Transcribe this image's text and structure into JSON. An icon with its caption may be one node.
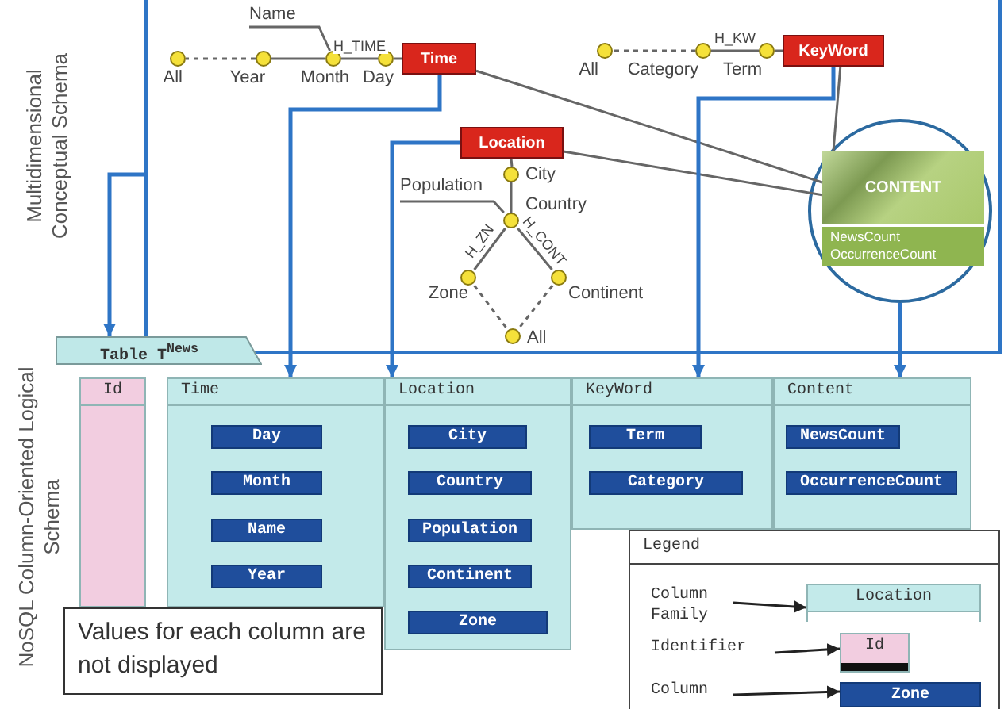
{
  "diagram": {
    "nodes": [
      {
        "text": [],
        "shape": "box"
      },
      {
        "text": [
          "Name"
        ],
        "in": 0
      },
      {
        "text": [
          "All"
        ],
        "in": 0
      },
      {
        "text": [
          "Year"
        ],
        "in": 0
      },
      {
        "text": [
          "Month"
        ],
        "in": 0
      },
      {
        "text": [
          "Day"
        ],
        "in": 0
      },
      {
        "text": [
          "Time"
        ],
        "in": 0
      },
      {
        "text": [
          "All"
        ],
        "in": 0
      },
      {
        "text": [
          "Category"
        ],
        "in": 0
      },
      {
        "text": [
          "Term"
        ],
        "in": 0
      },
      {
        "text": [
          "KeyWord"
        ],
        "in": 0
      },
      {
        "text": [
          "Location"
        ],
        "in": 0
      },
      {
        "text": [
          "City"
        ],
        "in": 0
      },
      {
        "text": [
          "Population"
        ],
        "in": 0
      },
      {
        "text": [
          "Country"
        ],
        "in": 0
      },
      {
        "text": [],
        "shape": "circle",
        "in": 0
      },
      {
        "text": [
          "CONTENT",
          "NewsCount OccurrenceCount"
        ],
        "in": 15
      },
      {
        "text": [
          "Zone"
        ],
        "in": 0
      },
      {
        "text": [
          "Continent"
        ],
        "in": 0
      },
      {
        "text": [
          "All"
        ],
        "in": 0
      },
      {
        "text": [
          "Table T$^{News}$"
        ]
      },
      {
        "text": [
          "Id"
        ]
      },
      {
        "text": [
          "Time"
        ]
      },
      {
        "text": [
          "Day"
        ],
        "in": 22
      },
      {
        "text": [
          "Month"
        ],
        "in": 22
      },
      {
        "text": [
          "Name"
        ],
        "in": 22
      },
      {
        "text": [
          "Year"
        ],
        "in": 22
      },
      {
        "text": [
          "Location"
        ]
      },
      {
        "text": [
          "City"
        ],
        "in": 27
      },
      {
        "text": [
          "Country"
        ],
        "in": 27
      },
      {
        "text": [
          "Population"
        ],
        "in": 27
      },
      {
        "text": [
          "Continent"
        ],
        "in": 27
      },
      {
        "text": [
          "Zone"
        ],
        "in": 27
      },
      {
        "text": [
          "KeyWord"
        ]
      },
      {
        "text": [
          "Term"
        ],
        "in": 33
      },
      {
        "text": [
          "Category"
        ],
        "in": 33
      },
      {
        "text": [
          "Content"
        ]
      },
      {
        "text": [
          "NewsCount"
        ],
        "in": 36
      },
      {
        "text": [
          "OccurrenceCount"
        ],
        "in": 36
      },
      {
        "text": [
          "Values for each column are not displayed"
        ]
      },
      {
        "text": [
          "Legend"
        ]
      },
      {
        "text": [
          "Column Family"
        ],
        "in": 40
      },
      {
        "text": [
          "Location"
        ],
        "in": 40
      },
      {
        "text": [
          "Identifier"
        ],
        "in": 40
      },
      {
        "text": [
          "Id"
        ],
        "in": 40
      },
      {
        "text": [
          "Column"
        ],
        "in": 40
      },
      {
        "text": [
          "Zone"
        ],
        "in": 40
      }
    ],
    "edges": [
      {
        "from": 1,
        "to": 4,
        "arrow": "none"
      },
      {
        "from": 6,
        "to": 5,
        "arrow": "none"
      },
      {
        "from": 5,
        "to": 4,
        "arrow": "none",
        "label": "H_TIME"
      },
      {
        "from": 4,
        "to": 3,
        "arrow": "none"
      },
      {
        "from": 3,
        "to": 2,
        "arrow": "none",
        "style": "dashed"
      },
      {
        "from": 10,
        "to": 9,
        "arrow": "none"
      },
      {
        "from": 9,
        "to": 8,
        "arrow": "none",
        "label": "H_KW"
      },
      {
        "from": 8,
        "to": 7,
        "arrow": "none",
        "style": "dashed"
      },
      {
        "from": 11,
        "to": 12,
        "arrow": "none"
      },
      {
        "from": 12,
        "to": 14,
        "arrow": "none"
      },
      {
        "from": 13,
        "to": 14,
        "arrow": "none"
      },
      {
        "from": 14,
        "to": 17,
        "arrow": "none",
        "label": "H_ZN"
      },
      {
        "from": 14,
        "to": 18,
        "arrow": "none",
        "label": "H_CONT"
      },
      {
        "from": 17,
        "to": 19,
        "arrow": "none",
        "style": "dashed"
      },
      {
        "from": 18,
        "to": 19,
        "arrow": "none",
        "style": "dashed"
      },
      {
        "from": 6,
        "to": 16,
        "arrow": "none"
      },
      {
        "from": 11,
        "to": 16,
        "arrow": "none"
      },
      {
        "from": 10,
        "to": 16,
        "arrow": "none"
      },
      {
        "from": 0,
        "to": 20,
        "arrow": "to",
        "color": "#2e75c6"
      },
      {
        "from": 6,
        "to": 22,
        "arrow": "to",
        "color": "#2e75c6"
      },
      {
        "from": 11,
        "to": 27,
        "arrow": "to",
        "color": "#2e75c6"
      },
      {
        "from": 10,
        "to": 33,
        "arrow": "to",
        "color": "#2e75c6"
      },
      {
        "from": 15,
        "to": 36,
        "arrow": "to",
        "color": "#2e75c6"
      },
      {
        "from": 41,
        "to": 42,
        "arrow": "to",
        "color": "#222222"
      },
      {
        "from": 43,
        "to": 44,
        "arrow": "to",
        "color": "#222222"
      },
      {
        "from": 45,
        "to": 46,
        "arrow": "to",
        "color": "#222222"
      }
    ],
    "labels": [
      "Multidimensional Conceptual Schema",
      "NoSQL Column-Oriented Logical Schema"
    ]
  }
}
